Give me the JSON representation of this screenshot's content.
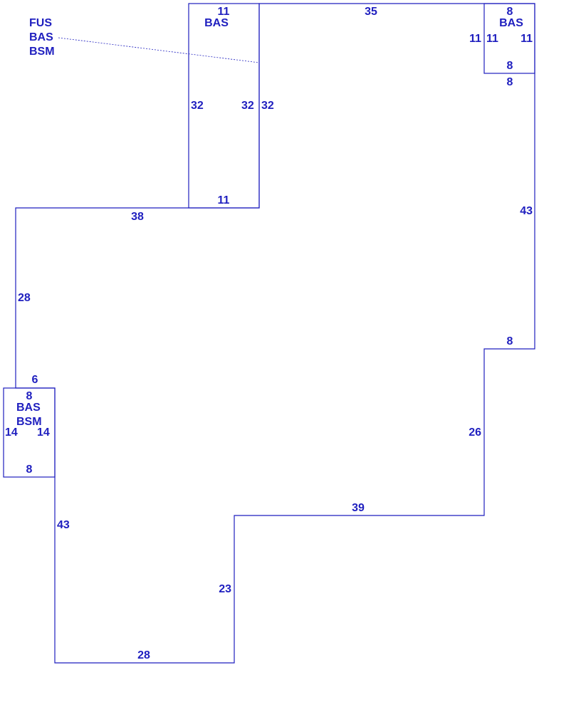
{
  "colors": {
    "line": "#1f1fbf",
    "background": "#ffffff"
  },
  "main_label": {
    "line1": "FUS",
    "line2": "BAS",
    "line3": "BSM"
  },
  "top_addition": {
    "label": "BAS",
    "top": "11",
    "left": "32",
    "right": "32",
    "bottom": "11"
  },
  "right_addition": {
    "label": "BAS",
    "top": "8",
    "left": "11",
    "right": "11",
    "bottom": "8"
  },
  "left_addition": {
    "label1": "BAS",
    "label2": "BSM",
    "top": "8",
    "left": "14",
    "right": "14",
    "bottom": "8"
  },
  "outline": {
    "top_edge": "35",
    "top_addition_right": "32",
    "right_addition_below": "8",
    "right_upper": "43",
    "right_step": "8",
    "right_lower": "26",
    "inner_step": "39",
    "inner_down": "23",
    "bottom": "28",
    "left_lower": "43",
    "left_step": "6",
    "left_upper": "28",
    "upper_left_edge": "38"
  }
}
